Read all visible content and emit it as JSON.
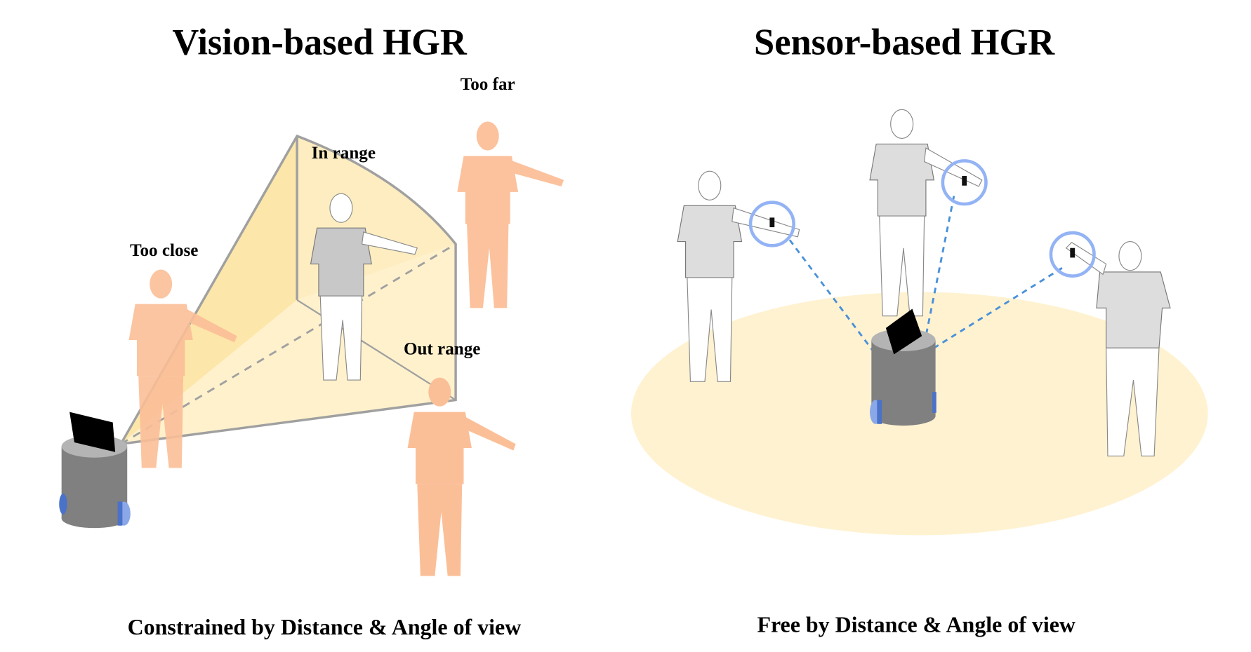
{
  "left_panel": {
    "title": "Vision-based HGR",
    "labels": {
      "too_far": "Too far",
      "in_range": "In range",
      "too_close": "Too close",
      "out_range": "Out range"
    },
    "caption": "Constrained by Distance & Angle of view"
  },
  "right_panel": {
    "title": "Sensor-based HGR",
    "caption": "Free by Distance & Angle of view"
  },
  "colors": {
    "fov_fill": "#fde9a8",
    "ground_fill": "#fff2d0",
    "person_out": "#fbbf98",
    "person_shirt": "#d0d0d0",
    "sensor_ring": "#93b3f5",
    "dash_line": "#4a90d9",
    "robot_body": "#808080",
    "robot_wheel": "#4a72c8"
  }
}
